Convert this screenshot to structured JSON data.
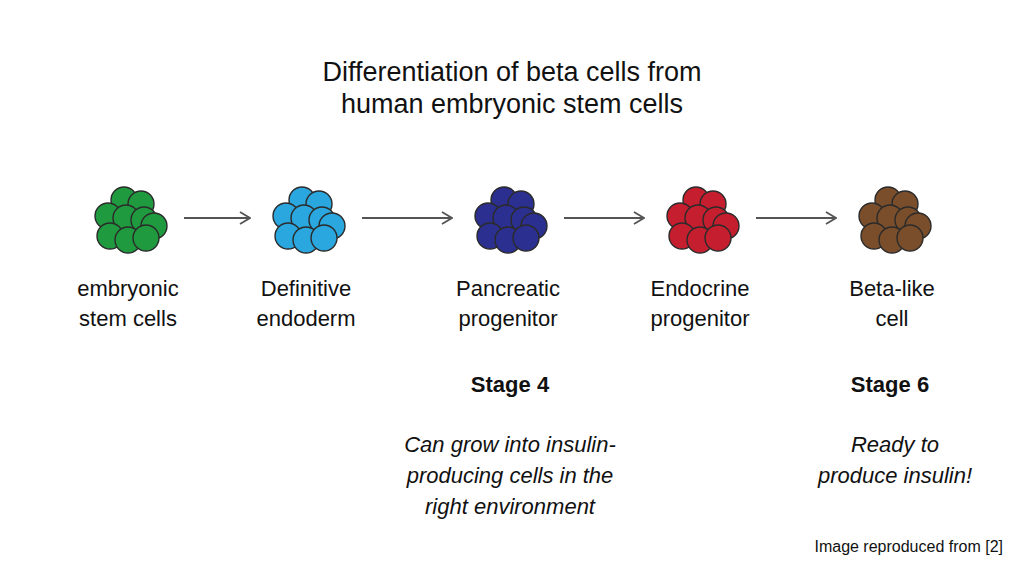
{
  "diagram": {
    "title": "Differentiation of beta cells from human embryonic stem cells",
    "nodes": [
      {
        "text": [
          "embryonic stem cells"
        ]
      },
      {
        "text": [
          "Definitive endoderm"
        ]
      },
      {
        "text": [
          "Pancreatic progenitor"
        ]
      },
      {
        "text": [
          "Endocrine progenitor"
        ]
      },
      {
        "text": [
          "Beta-like cell"
        ]
      }
    ],
    "edges": [
      {
        "from": 0,
        "to": 1,
        "arrow": "to"
      },
      {
        "from": 1,
        "to": 2,
        "arrow": "to"
      },
      {
        "from": 2,
        "to": 3,
        "arrow": "to"
      },
      {
        "from": 3,
        "to": 4,
        "arrow": "to"
      }
    ],
    "labels": [
      "Stage 4",
      "Can grow into insulin- producing cells in the right environment",
      "Stage 6",
      "Ready to produce insulin!",
      "Image reproduced from [2]"
    ]
  }
}
